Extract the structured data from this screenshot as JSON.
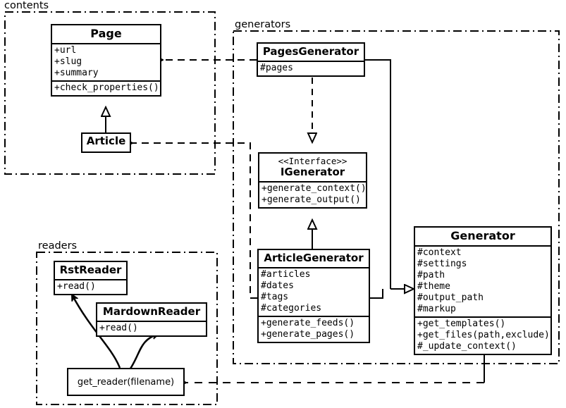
{
  "diagram": {
    "title": "Pelican architecture UML class diagram",
    "stroke_color": "#000000",
    "background_color": "#ffffff"
  },
  "packages": [
    {
      "id": "contents",
      "label": "contents"
    },
    {
      "id": "generators",
      "label": "generators"
    },
    {
      "id": "readers",
      "label": "readers"
    }
  ],
  "classes": [
    {
      "id": "page",
      "name": "Page",
      "stereotype": "",
      "attributes": [
        "+url",
        "+slug",
        "+summary"
      ],
      "operations": [
        "+check_properties()"
      ]
    },
    {
      "id": "article",
      "name": "Article",
      "stereotype": "",
      "attributes": [],
      "operations": []
    },
    {
      "id": "pages_generator",
      "name": "PagesGenerator",
      "stereotype": "",
      "attributes": [
        "#pages"
      ],
      "operations": []
    },
    {
      "id": "igenerator",
      "name": "IGenerator",
      "stereotype": "<<Interface>>",
      "attributes": [],
      "operations": [
        "+generate_context()",
        "+generate_output()"
      ]
    },
    {
      "id": "article_generator",
      "name": "ArticleGenerator",
      "stereotype": "",
      "attributes": [
        "#articles",
        "#dates",
        "#tags",
        "#categories"
      ],
      "operations": [
        "+generate_feeds()",
        "+generate_pages()"
      ]
    },
    {
      "id": "generator",
      "name": "Generator",
      "stereotype": "",
      "attributes": [
        "#context",
        "#settings",
        "#path",
        "#theme",
        "#output_path",
        "#markup"
      ],
      "operations": [
        "+get_templates()",
        "+get_files(path,exclude)",
        "#_update_context()"
      ]
    },
    {
      "id": "rst_reader",
      "name": "RstReader",
      "stereotype": "",
      "attributes": [],
      "operations": [
        "+read()"
      ]
    },
    {
      "id": "mardown_reader",
      "name": "MardownReader",
      "stereotype": "",
      "attributes": [],
      "operations": [
        "+read()"
      ]
    }
  ],
  "functions": [
    {
      "id": "get_reader",
      "label": "get_reader(filename)"
    }
  ],
  "relationships": [
    {
      "id": "article-inherits-page",
      "type": "generalization",
      "from": "Article",
      "to": "Page"
    },
    {
      "id": "pagesgenerator-realizes-igenerator",
      "type": "realization",
      "from": "PagesGenerator",
      "to": "IGenerator"
    },
    {
      "id": "articlegenerator-realizes-igenerator",
      "type": "generalization",
      "from": "ArticleGenerator",
      "to": "IGenerator"
    },
    {
      "id": "pagesgenerator-extends-generator",
      "type": "generalization",
      "from": "PagesGenerator",
      "to": "Generator"
    },
    {
      "id": "articlegenerator-extends-generator",
      "type": "generalization",
      "from": "ArticleGenerator",
      "to": "Generator"
    },
    {
      "id": "pagesgenerator-uses-page",
      "type": "dependency",
      "from": "PagesGenerator",
      "to": "Page"
    },
    {
      "id": "articlegenerator-uses-article",
      "type": "dependency",
      "from": "ArticleGenerator",
      "to": "Article"
    },
    {
      "id": "generator-uses-get-reader",
      "type": "dependency",
      "from": "Generator",
      "to": "get_reader(filename)"
    },
    {
      "id": "get-reader-returns-rstreader",
      "type": "association",
      "from": "get_reader(filename)",
      "to": "RstReader"
    },
    {
      "id": "get-reader-returns-mardownreader",
      "type": "association",
      "from": "get_reader(filename)",
      "to": "MardownReader"
    }
  ]
}
